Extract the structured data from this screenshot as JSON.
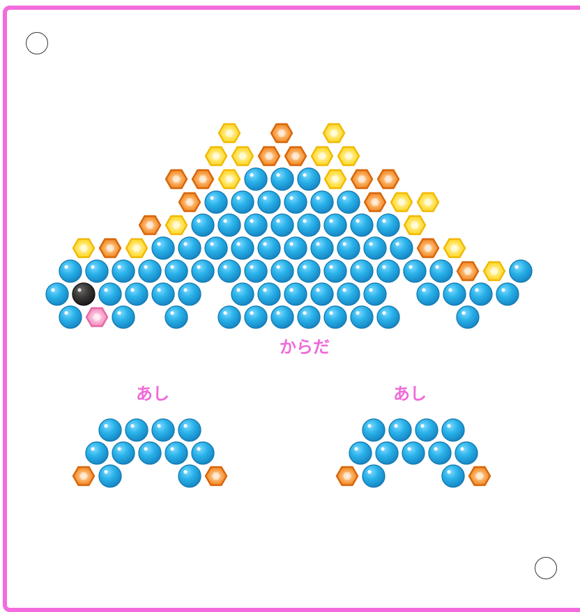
{
  "labels": {
    "body": "からだ",
    "leg_left": "あし",
    "leg_right": "あし"
  },
  "colors": {
    "border": "#f36bdc",
    "label": "#f06ad8",
    "blue_bead": "#2ab3ea",
    "yellow_bead": "#ffd21c",
    "orange_bead": "#f28a1c",
    "pink_bead": "#f58bbf",
    "black_bead": "#2c2a2a"
  },
  "legend": {
    "B": "blue-round-bead",
    "Y": "yellow-hex-bead",
    "O": "orange-hex-bead",
    "P": "pink-hex-bead",
    "K": "black-round-bead"
  },
  "patterns": {
    "body": [
      [
        "Y",
        "",
        "O",
        "",
        "Y"
      ],
      [
        "Y",
        "Y",
        "O",
        "O",
        "Y",
        "Y"
      ],
      [
        "O",
        "O",
        "Y",
        "B",
        "B",
        "B",
        "Y",
        "O",
        "O"
      ],
      [
        "O",
        "B",
        "B",
        "B",
        "B",
        "B",
        "B",
        "O",
        "Y",
        "Y"
      ],
      [
        "O",
        "Y",
        "B",
        "B",
        "B",
        "B",
        "B",
        "B",
        "B",
        "B",
        "Y"
      ],
      [
        "Y",
        "O",
        "Y",
        "B",
        "B",
        "B",
        "B",
        "B",
        "B",
        "B",
        "B",
        "B",
        "B",
        "O",
        "Y"
      ],
      [
        "B",
        "B",
        "B",
        "B",
        "B",
        "B",
        "B",
        "B",
        "B",
        "B",
        "B",
        "B",
        "B",
        "B",
        "B",
        "O",
        "Y",
        "B"
      ],
      [
        "B",
        "K",
        "B",
        "B",
        "B",
        "B",
        "",
        "B",
        "B",
        "B",
        "B",
        "B",
        "B",
        "",
        "B",
        "B",
        "B",
        "B"
      ],
      [
        "B",
        "P",
        "B",
        "",
        "B",
        "",
        "B",
        "B",
        "B",
        "B",
        "B",
        "B",
        "B",
        "",
        "",
        "B"
      ]
    ],
    "leg_left": [
      [
        "B",
        "B",
        "B",
        "B"
      ],
      [
        "B",
        "B",
        "B",
        "B",
        "B"
      ],
      [
        "O",
        "B",
        "",
        "",
        "B",
        "O"
      ]
    ],
    "leg_right": [
      [
        "B",
        "B",
        "B",
        "B"
      ],
      [
        "B",
        "B",
        "B",
        "B",
        "B"
      ],
      [
        "O",
        "B",
        "",
        "",
        "B",
        "O"
      ]
    ]
  }
}
